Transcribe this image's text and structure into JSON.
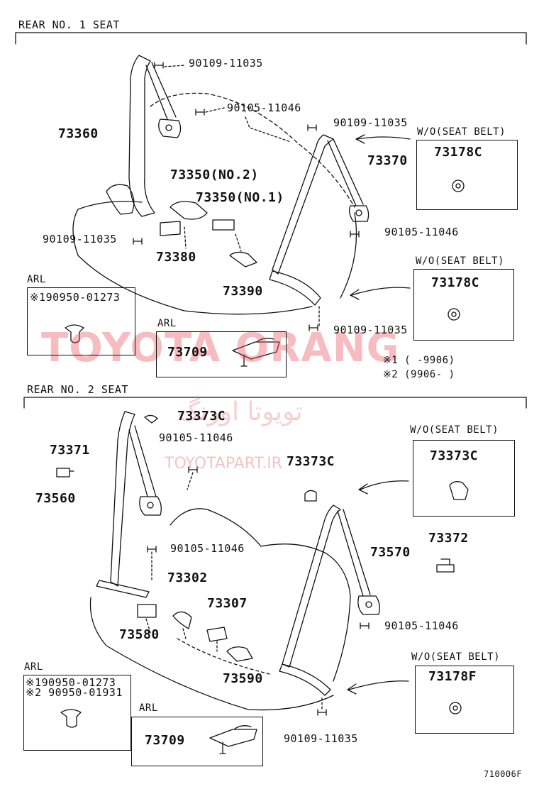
{
  "sections": {
    "rear1": "REAR NO. 1  SEAT",
    "rear2": "REAR NO. 2  SEAT"
  },
  "parts": {
    "p_90109_11035_top": "90109-11035",
    "p_90105_11046_top": "90105-11046",
    "p_90109_11035_right": "90109-11035",
    "p_73360": "73360",
    "p_73370": "73370",
    "p_73350_no2": "73350(NO.2)",
    "p_73350_no1": "73350(NO.1)",
    "p_90109_11035_left": "90109-11035",
    "p_73380": "73380",
    "p_90105_11046_right": "90105-11046",
    "p_73390": "73390",
    "p_90109_11035_bottom": "90109-11035",
    "p_73373c_top": "73373C",
    "p_90105_11046_s2_top": "90105-11046",
    "p_73371": "73371",
    "p_73373c_mid": "73373C",
    "p_73560": "73560",
    "p_73372": "73372",
    "p_90105_11046_s2_mid": "90105-11046",
    "p_73570": "73570",
    "p_73302": "73302",
    "p_73307": "73307",
    "p_73580": "73580",
    "p_90105_11046_s2_right": "90105-11046",
    "p_73590": "73590",
    "p_90109_11035_s2_bottom": "90109-11035"
  },
  "boxes": {
    "wo1": {
      "heading": "W/O(SEAT BELT)",
      "part": "73178C"
    },
    "wo2": {
      "heading": "W/O(SEAT BELT)",
      "part": "73178C"
    },
    "wo3": {
      "heading": "W/O(SEAT BELT)",
      "part": "73373C"
    },
    "wo4": {
      "heading": "W/O(SEAT BELT)",
      "part": "73178F"
    },
    "arl1": {
      "heading": "ARL",
      "line1": "※190950-01273"
    },
    "arl2": {
      "heading": "ARL",
      "part": "73709"
    },
    "arl3": {
      "heading": "ARL",
      "line1": "※190950-01273",
      "line2": "※2 90950-01931"
    },
    "arl4": {
      "heading": "ARL",
      "part": "73709"
    }
  },
  "notes": {
    "note1": "※1 (        -9906)",
    "note2": "※2 (9906-        )"
  },
  "watermark": {
    "main": "TOYOTA ORANG",
    "arabic": "تويوتا اورنگ",
    "url": "TOYOTAPART.IR",
    "color": "#e8505a"
  },
  "figure_code": "710006F"
}
